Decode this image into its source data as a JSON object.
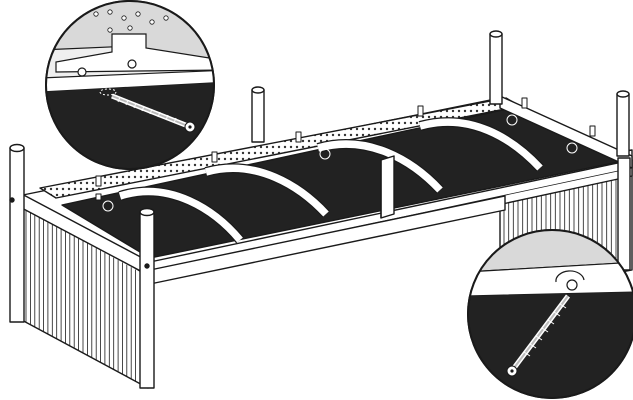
{
  "figure": {
    "subject": "bench-frame-underside-assembly",
    "icons": {
      "detail_top": "screw-insertion-detail-icon",
      "detail_bottom": "screw-insertion-detail-icon",
      "screw": "wood-screw-icon"
    },
    "colors": {
      "background": "#ffffff",
      "line": "#1a1a1a",
      "panel_fill": "#222222",
      "frame_fill": "#ffffff",
      "detail_bg": "#efefef",
      "rail_grey": "#d9d9d9"
    },
    "detail_views": 2,
    "counts": {
      "slats": 4,
      "top_posts": 4,
      "front_legs": 2,
      "brackets": 7
    }
  }
}
